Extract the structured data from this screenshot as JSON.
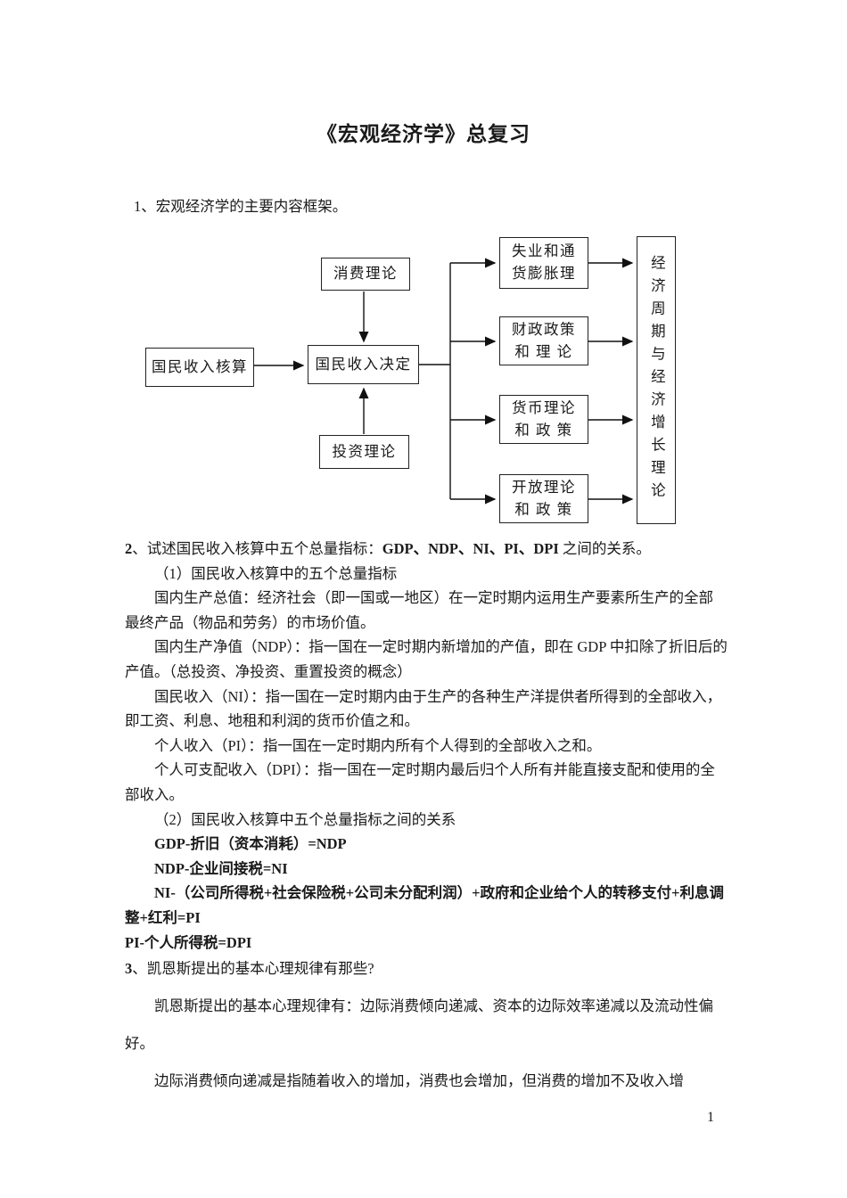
{
  "document": {
    "title": "《宏观经济学》总复习",
    "page_number": "1"
  },
  "q1": {
    "text": "1、宏观经济学的主要内容框架。"
  },
  "diagram": {
    "consumption": "消费理论",
    "accounting": "国民收入核算",
    "determination": "国民收入决定",
    "investment": "投资理论",
    "unemployment_line1": "失业和通",
    "unemployment_line2": "货膨胀理",
    "fiscal_line1": "财政政策",
    "fiscal_line2": "和 理 论",
    "monetary_line1": "货币理论",
    "monetary_line2": "和 政 策",
    "open_line1": "开放理论",
    "open_line2": "和 政 策",
    "growth_vertical": "经济周期与经济增长理论"
  },
  "q2": {
    "num": "2",
    "lead": "、试述国民收入核算中五个总量指标：",
    "indicators": "GDP、NDP、NI、PI、DPI",
    "tail": " 之间的关系。"
  },
  "q2_answers": {
    "item1": "（1）国民收入核算中的五个总量指标",
    "gdp": "国内生产总值：经济社会（即一国或一地区）在一定时期内运用生产要素所生产的全部最终产品（物品和劳务）的市场价值。",
    "ndp": "国内生产净值（NDP）：指一国在一定时期内新增加的产值，即在 GDP 中扣除了折旧后的产值。（总投资、净投资、重置投资的概念）",
    "ni": "国民收入（NI）：指一国在一定时期内由于生产的各种生产洋提供者所得到的全部收入，即工资、利息、地租和利润的货币价值之和。",
    "pi": "个人收入（PI）：指一国在一定时期内所有个人得到的全部收入之和。",
    "dpi": "个人可支配收入（DPI）：指一国在一定时期内最后归个人所有并能直接支配和使用的全部收入。",
    "item2": "（2）国民收入核算中五个总量指标之间的关系",
    "f1": "GDP-折旧（资本消耗）=NDP",
    "f2": "NDP-企业间接税=NI",
    "f3": "NI-（公司所得税+社会保险税+公司未分配利润）+政府和企业给个人的转移支付+利息调整+红利=PI",
    "f4": "PI-个人所得税=DPI"
  },
  "q3": {
    "num": "3",
    "heading": "、凯恩斯提出的基本心理规律有那些?",
    "a1": "凯恩斯提出的基本心理规律有：边际消费倾向递减、资本的边际效率递减以及流动性偏好。",
    "a2": "边际消费倾向递减是指随着收入的增加，消费也会增加，但消费的增加不及收入增"
  }
}
